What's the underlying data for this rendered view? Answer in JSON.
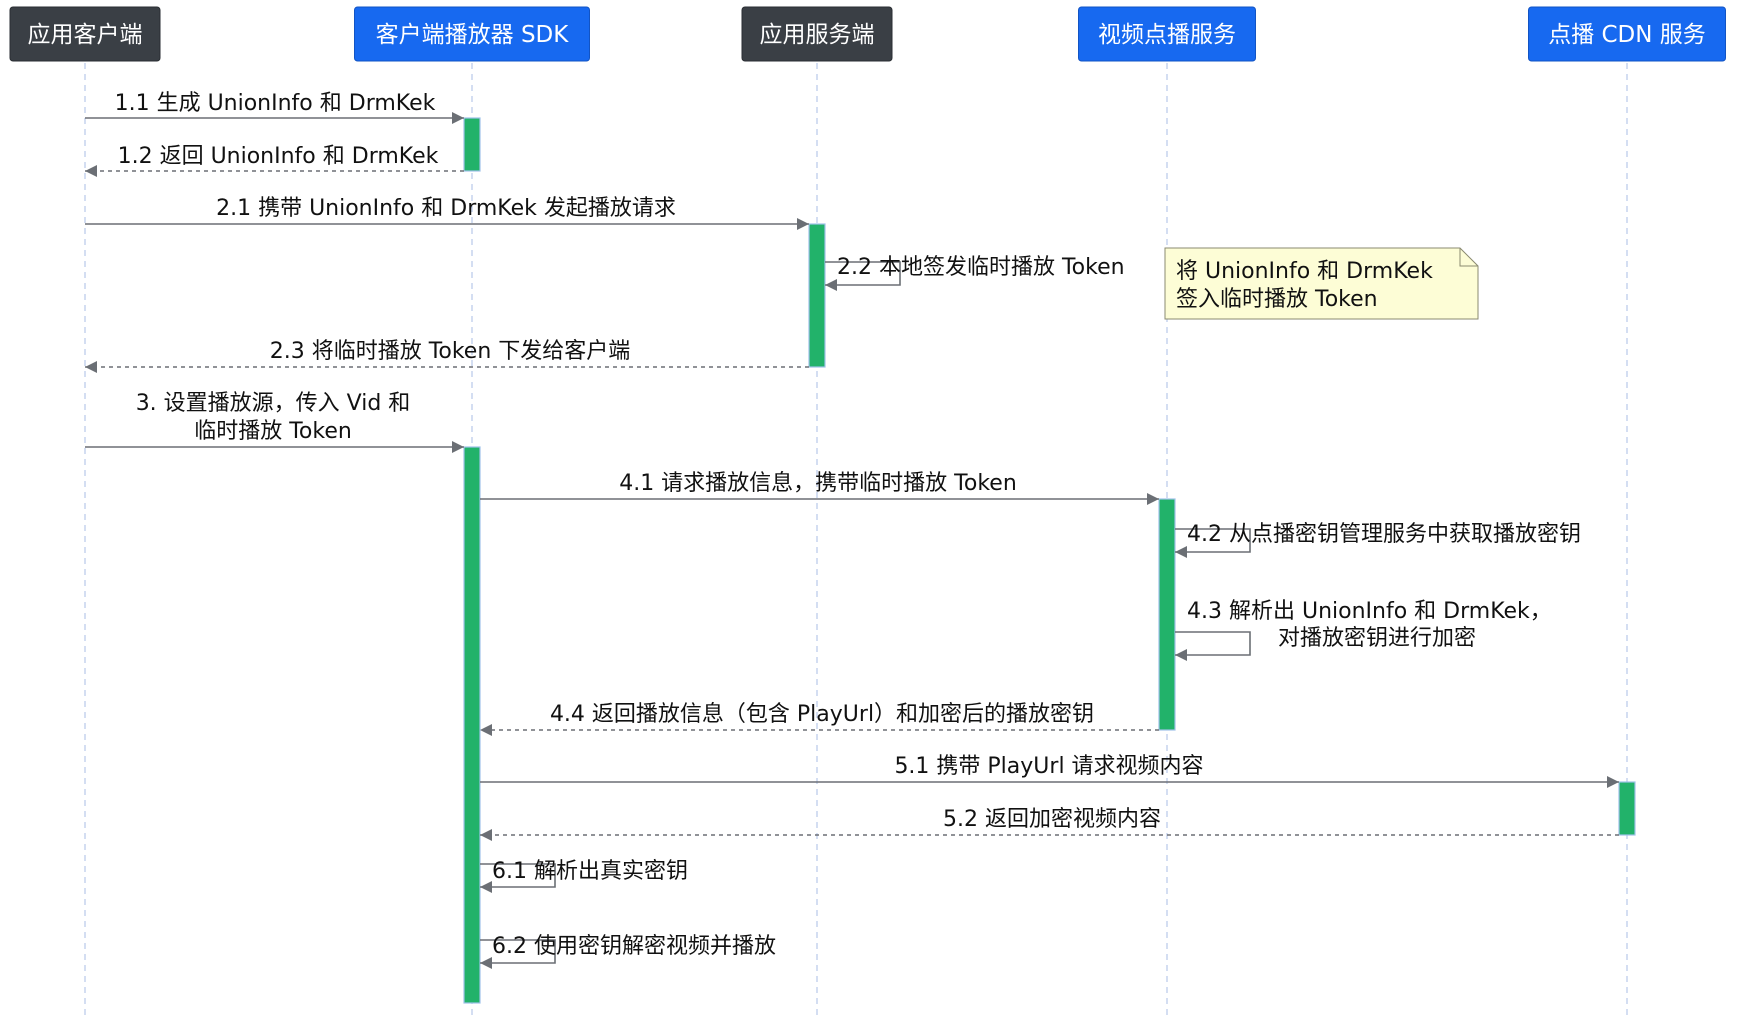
{
  "colors": {
    "participant_dark": "#3a3f45",
    "participant_blue": "#1769f0",
    "activation": "#22b26a",
    "arrow": "#6b6f75",
    "note_fill": "#fdfdd6"
  },
  "participants": [
    {
      "id": "app-client",
      "label": "应用客户端",
      "style": "dark"
    },
    {
      "id": "player-sdk",
      "label": "客户端播放器 SDK",
      "style": "blue"
    },
    {
      "id": "app-server",
      "label": "应用服务端",
      "style": "dark"
    },
    {
      "id": "vod-service",
      "label": "视频点播服务",
      "style": "blue"
    },
    {
      "id": "vod-cdn",
      "label": "点播 CDN 服务",
      "style": "blue"
    }
  ],
  "messages": [
    {
      "id": "1.1",
      "from": "app-client",
      "to": "player-sdk",
      "kind": "sync",
      "lines": [
        "1.1 生成 UnionInfo 和 DrmKek"
      ]
    },
    {
      "id": "1.2",
      "from": "player-sdk",
      "to": "app-client",
      "kind": "reply",
      "lines": [
        "1.2 返回 UnionInfo 和 DrmKek"
      ]
    },
    {
      "id": "2.1",
      "from": "app-client",
      "to": "app-server",
      "kind": "sync",
      "lines": [
        "2.1 携带 UnionInfo 和 DrmKek 发起播放请求"
      ]
    },
    {
      "id": "2.2",
      "from": "app-server",
      "to": "app-server",
      "kind": "self",
      "lines": [
        "2.2 本地签发临时播放 Token"
      ]
    },
    {
      "id": "2.3",
      "from": "app-server",
      "to": "app-client",
      "kind": "reply",
      "lines": [
        "2.3 将临时播放 Token 下发给客户端"
      ]
    },
    {
      "id": "3",
      "from": "app-client",
      "to": "player-sdk",
      "kind": "sync",
      "lines": [
        "3. 设置播放源，传入 Vid 和",
        "临时播放 Token"
      ]
    },
    {
      "id": "4.1",
      "from": "player-sdk",
      "to": "vod-service",
      "kind": "sync",
      "lines": [
        "4.1 请求播放信息，携带临时播放 Token"
      ]
    },
    {
      "id": "4.2",
      "from": "vod-service",
      "to": "vod-service",
      "kind": "self",
      "lines": [
        "4.2 从点播密钥管理服务中获取播放密钥"
      ]
    },
    {
      "id": "4.3",
      "from": "vod-service",
      "to": "vod-service",
      "kind": "self",
      "lines": [
        "4.3 解析出 UnionInfo 和 DrmKek，",
        "对播放密钥进行加密"
      ]
    },
    {
      "id": "4.4",
      "from": "vod-service",
      "to": "player-sdk",
      "kind": "reply",
      "lines": [
        "4.4 返回播放信息（包含 PlayUrl）和加密后的播放密钥"
      ]
    },
    {
      "id": "5.1",
      "from": "player-sdk",
      "to": "vod-cdn",
      "kind": "sync",
      "lines": [
        "5.1 携带 PlayUrl 请求视频内容"
      ]
    },
    {
      "id": "5.2",
      "from": "vod-cdn",
      "to": "player-sdk",
      "kind": "reply",
      "lines": [
        "5.2 返回加密视频内容"
      ]
    },
    {
      "id": "6.1",
      "from": "player-sdk",
      "to": "player-sdk",
      "kind": "self",
      "lines": [
        "6.1 解析出真实密钥"
      ]
    },
    {
      "id": "6.2",
      "from": "player-sdk",
      "to": "player-sdk",
      "kind": "self",
      "lines": [
        "6.2 使用密钥解密视频并播放"
      ]
    }
  ],
  "note": {
    "attached_to": "2.2",
    "lines": [
      "将 UnionInfo 和 DrmKek",
      "签入临时播放 Token"
    ]
  }
}
